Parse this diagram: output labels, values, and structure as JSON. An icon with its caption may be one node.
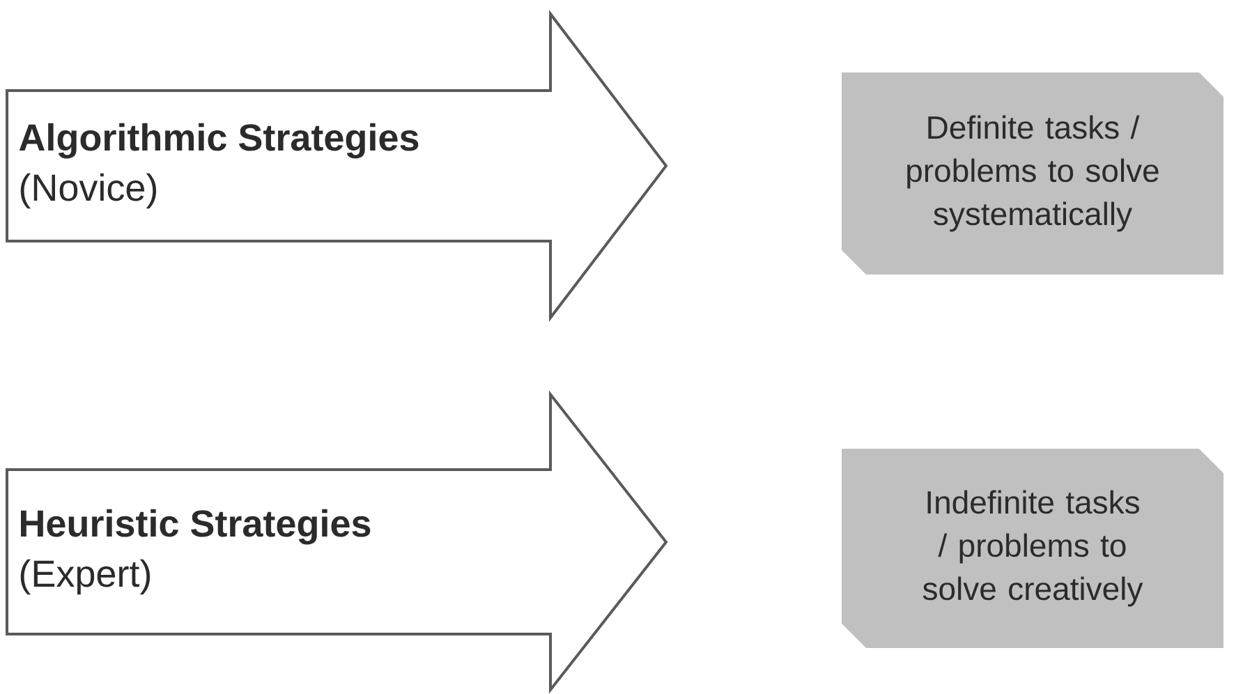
{
  "diagram": {
    "nodes": [
      {
        "text": [
          "Algorithmic Strategies",
          "(Novice)"
        ]
      },
      {
        "text": [
          "Definite tasks / problems to solve systematically"
        ]
      },
      {
        "text": [
          "Heuristic Strategies",
          "(Expert)"
        ]
      },
      {
        "text": [
          "Indefinite tasks / problems to solve creatively"
        ]
      }
    ]
  }
}
